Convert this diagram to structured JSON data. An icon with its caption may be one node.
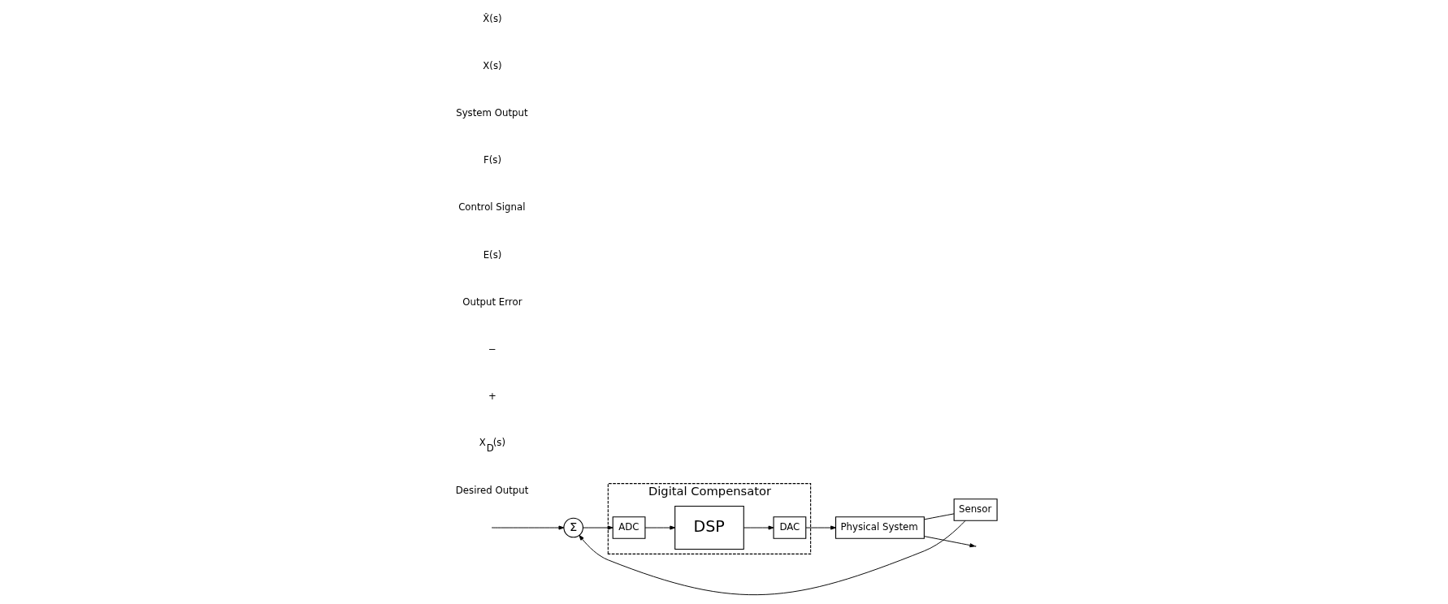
{
  "diagram": {
    "nodes": [
      {
        "text": [
          "Σ"
        ]
      },
      {
        "text": [
          "Digital Compensator"
        ]
      },
      {
        "text": [
          "ADC"
        ],
        "in": 1
      },
      {
        "text": [
          "DSP"
        ],
        "in": 1
      },
      {
        "text": [
          "DAC"
        ],
        "in": 1
      },
      {
        "text": [
          "Physical System"
        ]
      },
      {
        "text": [
          "Sensor"
        ]
      }
    ],
    "edges": [
      {
        "from": null,
        "to": 0,
        "arrow": "to"
      },
      {
        "from": 0,
        "to": 2,
        "arrow": "to"
      },
      {
        "from": 2,
        "to": 3,
        "arrow": "to"
      },
      {
        "from": 3,
        "to": 4,
        "arrow": "to"
      },
      {
        "from": 4,
        "to": 5,
        "arrow": "to"
      },
      {
        "from": 5,
        "to": null,
        "arrow": "to"
      },
      {
        "from": 5,
        "to": 6,
        "arrow": "none"
      },
      {
        "from": 6,
        "to": 0,
        "arrow": "to"
      }
    ],
    "labels": [
      "Desired Output",
      "X$_{D}$(s)",
      "+",
      "−",
      "Output Error",
      "E(s)",
      "Control Signal",
      "F(s)",
      "System Output",
      "X(s)",
      "X̂(s)"
    ]
  }
}
